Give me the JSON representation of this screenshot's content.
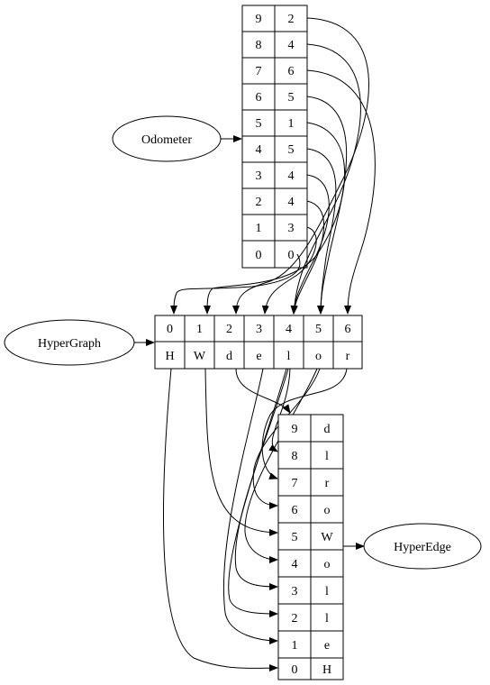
{
  "nodes": {
    "odometer": {
      "label": "Odometer"
    },
    "hypergraph": {
      "label": "HyperGraph"
    },
    "hyperedge": {
      "label": "HyperEdge"
    }
  },
  "odometer_table": {
    "rows": [
      {
        "index": "9",
        "value": "2"
      },
      {
        "index": "8",
        "value": "4"
      },
      {
        "index": "7",
        "value": "6"
      },
      {
        "index": "6",
        "value": "5"
      },
      {
        "index": "5",
        "value": "1"
      },
      {
        "index": "4",
        "value": "5"
      },
      {
        "index": "3",
        "value": "4"
      },
      {
        "index": "2",
        "value": "4"
      },
      {
        "index": "1",
        "value": "3"
      },
      {
        "index": "0",
        "value": "0"
      }
    ]
  },
  "hypergraph_table": {
    "indices": [
      "0",
      "1",
      "2",
      "3",
      "4",
      "5",
      "6"
    ],
    "chars": [
      "H",
      "W",
      "d",
      "e",
      "l",
      "o",
      "r"
    ]
  },
  "hyperedge_table": {
    "rows": [
      {
        "index": "9",
        "value": "d"
      },
      {
        "index": "8",
        "value": "l"
      },
      {
        "index": "7",
        "value": "r"
      },
      {
        "index": "6",
        "value": "o"
      },
      {
        "index": "5",
        "value": "W"
      },
      {
        "index": "4",
        "value": "o"
      },
      {
        "index": "3",
        "value": "l"
      },
      {
        "index": "2",
        "value": "l"
      },
      {
        "index": "1",
        "value": "e"
      },
      {
        "index": "0",
        "value": "H"
      }
    ]
  }
}
